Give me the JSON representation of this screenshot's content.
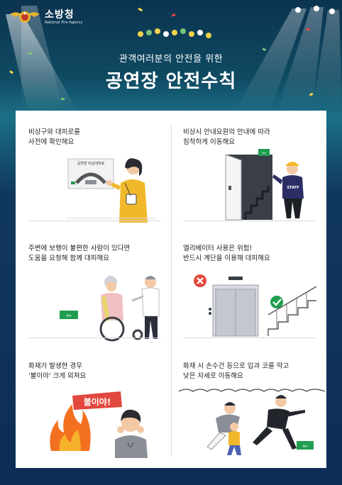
{
  "header": {
    "logo_text": "소방청",
    "logo_sub": "National Fire Agency",
    "subtitle": "관객여러분의 안전을 위한",
    "title": "공연장 안전수칙"
  },
  "tips": [
    {
      "lines": [
        "비상구와 대피로를",
        "사전에 확인해요"
      ],
      "sign_text": "공연장 비상대피로"
    },
    {
      "lines": [
        "비상시 안내요원의 안내에 따라",
        "침착하게 이동해요"
      ],
      "badge": "STAFF"
    },
    {
      "lines": [
        "주변에 보행이 불편한 사람이 있다면",
        "도움을 요청해 함께 대피해요"
      ]
    },
    {
      "lines": [
        "엘리베이터 사용은 위험!",
        "반드시 계단을 이용해 대피해요"
      ]
    },
    {
      "lines": [
        "화재가 발생한 경우",
        "'불이야' 크게 외쳐요"
      ],
      "shout": "불이야!"
    },
    {
      "lines": [
        "화재 시 손수건 등으로 입과 코를 막고",
        "낮은 자세로 이동해요"
      ]
    }
  ],
  "colors": {
    "navy": "#0e2c55",
    "teal": "#1a6f86",
    "exit_green": "#1f9e4e",
    "warning_red": "#e2483d",
    "fire_orange": "#f37021",
    "jacket_yellow": "#f2b82c"
  }
}
